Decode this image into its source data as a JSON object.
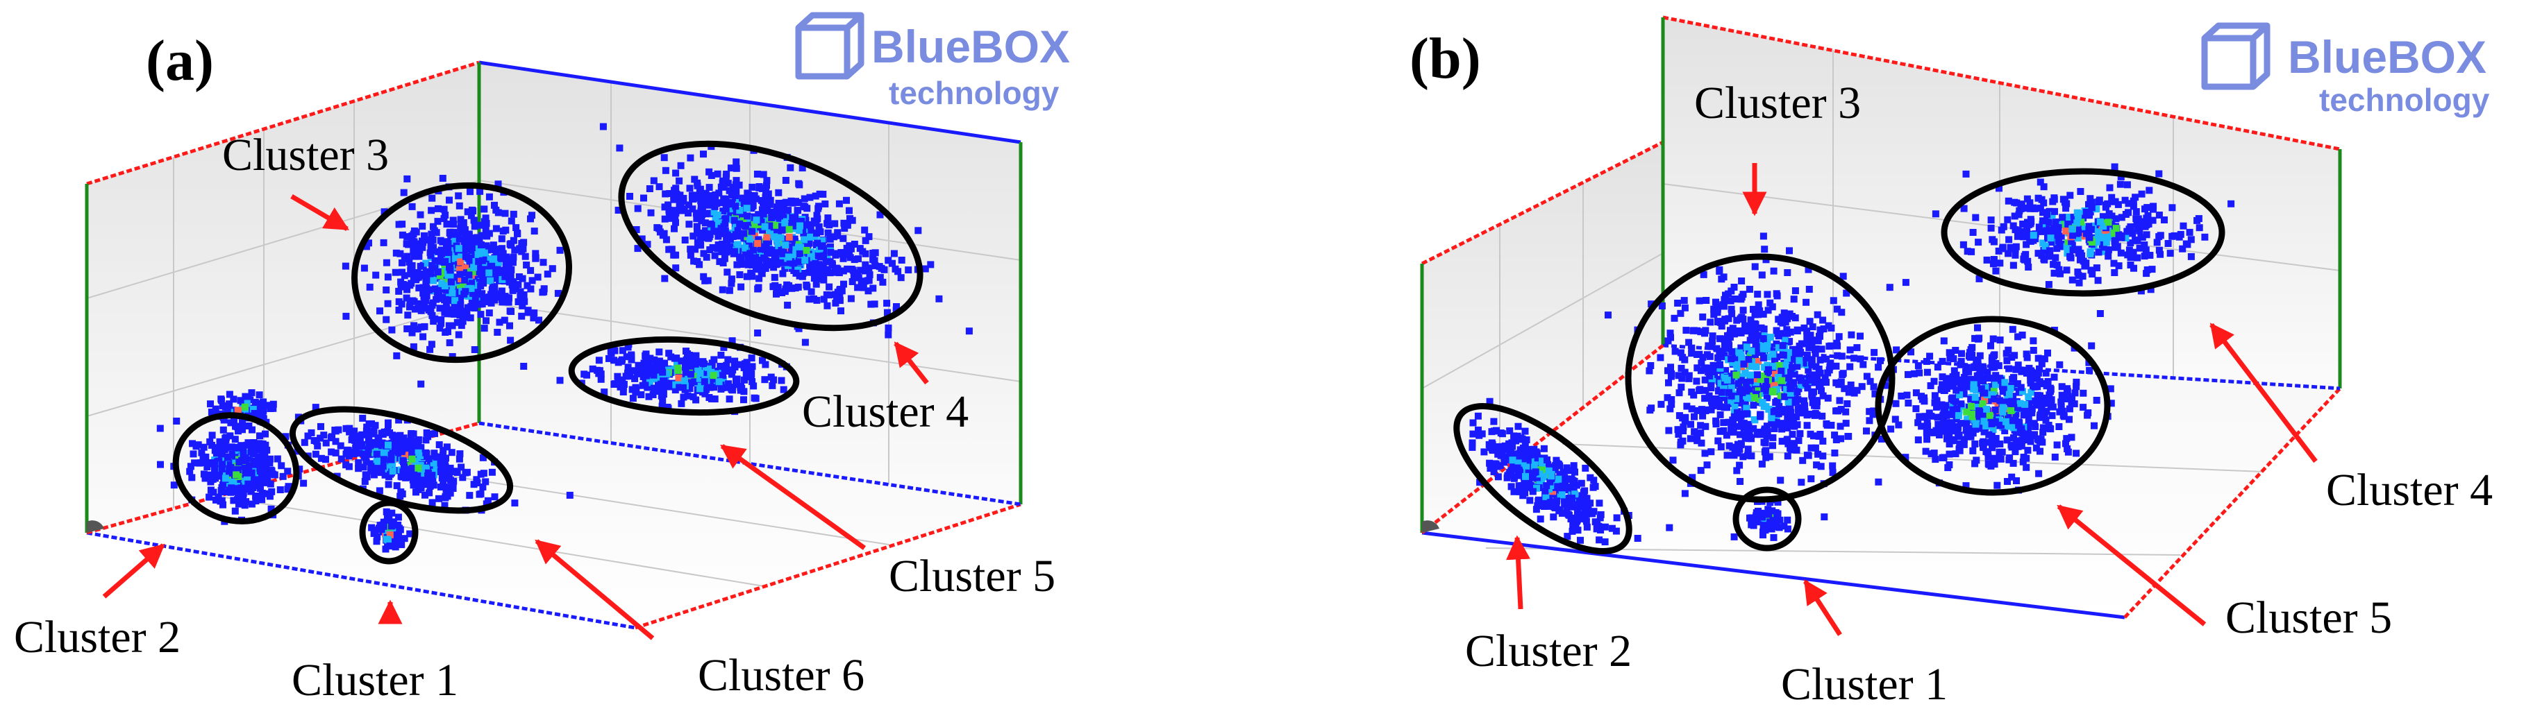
{
  "chart_data": [
    {
      "type": "scatter",
      "panel": "(a)",
      "logo": {
        "line1": "BlueBOX",
        "line2": "technology"
      },
      "clusters": [
        {
          "label": "Cluster 1"
        },
        {
          "label": "Cluster 2"
        },
        {
          "label": "Cluster 3"
        },
        {
          "label": "Cluster 4"
        },
        {
          "label": "Cluster 5"
        },
        {
          "label": "Cluster 6"
        }
      ]
    },
    {
      "type": "scatter",
      "panel": "(b)",
      "logo": {
        "line1": "BlueBOX",
        "line2": "technology"
      },
      "clusters": [
        {
          "label": "Cluster 1"
        },
        {
          "label": "Cluster 2"
        },
        {
          "label": "Cluster 3"
        },
        {
          "label": "Cluster 4"
        },
        {
          "label": "Cluster 5"
        }
      ]
    }
  ],
  "colors": {
    "axis_red": "#ff1a1a",
    "axis_blue": "#1a1aff",
    "axis_green": "#1a8a1a",
    "arrow": "#ff1a1a",
    "logo": "#7a8ce0",
    "density_low": "#1a1aff",
    "density_mid": "#1ab4ff",
    "density_high": "#3cdc3c",
    "density_peak": "#ff6450"
  }
}
